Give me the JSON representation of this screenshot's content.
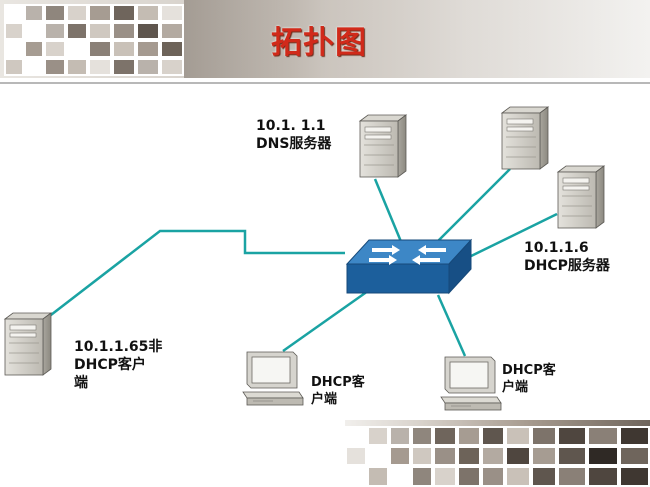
{
  "title": "拓扑图",
  "colors": {
    "link": "#1aa3a3",
    "switch_top": "#3d87c6",
    "switch_side": "#1c5f9c",
    "title": "#d12a1a"
  },
  "labels": {
    "dns_server": "10.1. 1.1\nDNS服务器",
    "dhcp_server": "10.1.1.6\nDHCP服务器",
    "non_dhcp_client": "10.1.1.65非\nDHCP客户\n端",
    "dhcp_client_1": "DHCP客\n户端",
    "dhcp_client_2": "DHCP客\n户端"
  },
  "icons": {
    "switch": "network-switch-icon",
    "server": "server-tower-icon",
    "client": "desktop-pc-icon"
  }
}
